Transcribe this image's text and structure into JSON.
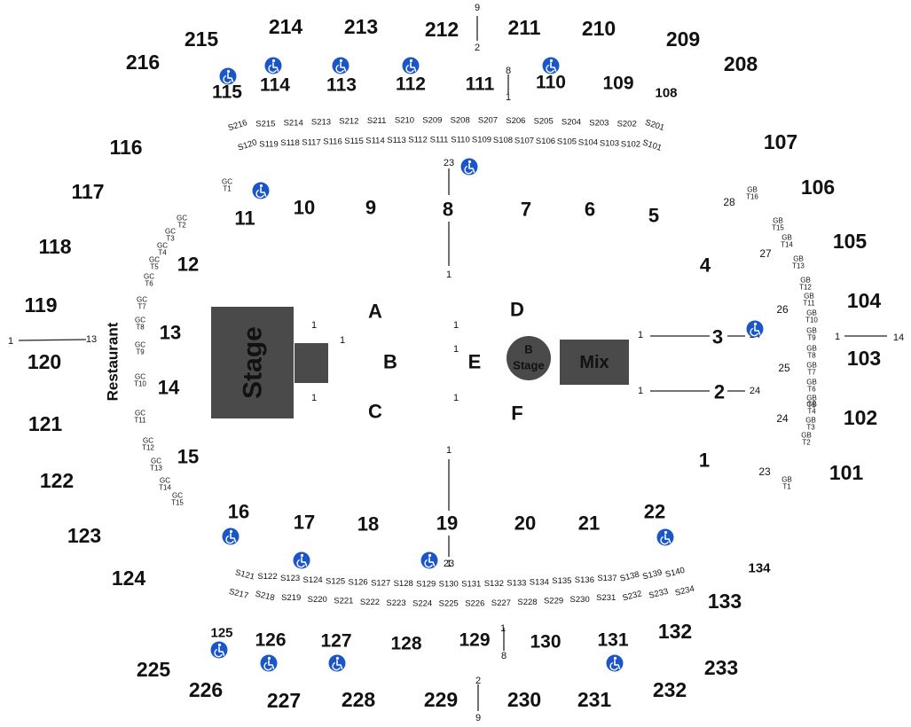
{
  "colors": {
    "text": "#111111",
    "block": "#4a4a4a",
    "block_text": "#ffffff",
    "ada": "#1a56c8",
    "line": "#222222"
  },
  "big": [
    "215",
    "214",
    "213",
    "212",
    "211",
    "210",
    "209",
    "216",
    "208",
    "116",
    "107",
    "117",
    "106",
    "118",
    "105",
    "119",
    "104",
    "120",
    "103",
    "121",
    "102",
    "122",
    "101",
    "123",
    "124",
    "133",
    "132",
    "233",
    "225",
    "232",
    "226",
    "227",
    "228",
    "229",
    "230",
    "231",
    "115",
    "114",
    "113",
    "112",
    "111",
    "110",
    "109",
    "108",
    "125",
    "126",
    "127",
    "128",
    "129",
    "130",
    "131",
    "134"
  ],
  "floor": [
    "10",
    "9",
    "8",
    "7",
    "6",
    "5",
    "11",
    "12",
    "4",
    "13",
    "3",
    "14",
    "2",
    "15",
    "1",
    "16",
    "17",
    "18",
    "19",
    "20",
    "21",
    "22",
    "A",
    "B",
    "C",
    "D",
    "E",
    "F"
  ],
  "gc": [
    [
      "GC",
      "T1"
    ],
    [
      "GC",
      "T2"
    ],
    [
      "GC",
      "T3"
    ],
    [
      "GC",
      "T4"
    ],
    [
      "GC",
      "T5"
    ],
    [
      "GC",
      "T6"
    ],
    [
      "GC",
      "T7"
    ],
    [
      "GC",
      "T8"
    ],
    [
      "GC",
      "T9"
    ],
    [
      "GC",
      "T10"
    ],
    [
      "GC",
      "T11"
    ],
    [
      "GC",
      "T12"
    ],
    [
      "GC",
      "T13"
    ],
    [
      "GC",
      "T14"
    ],
    [
      "GC",
      "T15"
    ]
  ],
  "gb": [
    [
      "GB",
      "T16"
    ],
    [
      "GB",
      "T15"
    ],
    [
      "GB",
      "T14"
    ],
    [
      "GB",
      "T13"
    ],
    [
      "GB",
      "T12"
    ],
    [
      "GB",
      "T11"
    ],
    [
      "GB",
      "T10"
    ],
    [
      "GB",
      "T9"
    ],
    [
      "GB",
      "T8"
    ],
    [
      "GB",
      "T7"
    ],
    [
      "GB",
      "T6"
    ],
    [
      "GB",
      "T5"
    ],
    [
      "GB",
      "T4"
    ],
    [
      "GB",
      "T3"
    ],
    [
      "GB",
      "T2"
    ],
    [
      "GB",
      "T1"
    ]
  ],
  "top_suites_2": [
    "S216",
    "S215",
    "S214",
    "S213",
    "S212",
    "S211",
    "S210",
    "S209",
    "S208",
    "S207",
    "S206",
    "S205",
    "S204",
    "S203",
    "S202",
    "S201"
  ],
  "top_suites_1": [
    "S120",
    "S119",
    "S118",
    "S117",
    "S116",
    "S115",
    "S114",
    "S113",
    "S112",
    "S111",
    "S110",
    "S109",
    "S108",
    "S107",
    "S106",
    "S105",
    "S104",
    "S103",
    "S102",
    "S101"
  ],
  "bot_suites_1": [
    "S121",
    "S122",
    "S123",
    "S124",
    "S125",
    "S126",
    "S127",
    "S128",
    "S129",
    "S130",
    "S131",
    "S132",
    "S133",
    "S134",
    "S135",
    "S136",
    "S137",
    "S138",
    "S139",
    "S140"
  ],
  "bot_suites_2": [
    "S217",
    "S218",
    "S219",
    "S220",
    "S221",
    "S222",
    "S223",
    "S224",
    "S225",
    "S226",
    "S227",
    "S228",
    "S229",
    "S230",
    "S231",
    "S232",
    "S233",
    "S234"
  ],
  "rows": [
    "9",
    "2",
    "8",
    "1",
    "23",
    "1",
    "1",
    "1",
    "1",
    "1",
    "1",
    "1",
    "1",
    "1",
    "24",
    "1",
    "24",
    "1",
    "13",
    "1",
    "14",
    "28",
    "27",
    "26",
    "25",
    "24",
    "23",
    "1",
    "23",
    "1",
    "8",
    "2",
    "9"
  ],
  "stage": {
    "main": "Stage",
    "b_stage": "B\nStage",
    "mix": "Mix"
  },
  "restaurant": "Restaurant"
}
